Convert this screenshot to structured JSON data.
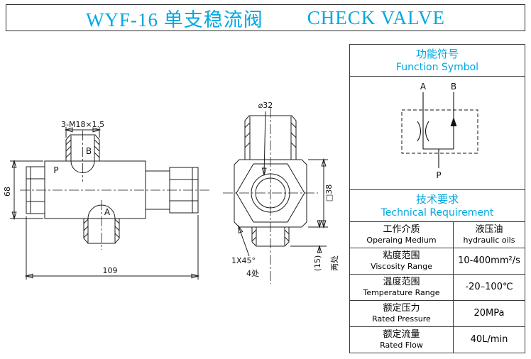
{
  "title": {
    "model": "WYF-16 单支稳流阀",
    "name_en": "CHECK VALVE"
  },
  "colors": {
    "accent": "#00a8e0",
    "line": "#000000",
    "background": "#ffffff"
  },
  "drawing": {
    "front_view": {
      "thread_label": "3-M18×1.5",
      "port_top": "B",
      "port_left": "P",
      "port_bottom": "A",
      "dim_height": "68",
      "dim_length": "109"
    },
    "side_view": {
      "dim_diameter": "⌀32",
      "dim_square": "□38",
      "chamfer_label": "1X45°",
      "chamfer_places": "4处",
      "dim_depth": "(15)",
      "depth_places": "两处"
    }
  },
  "panel": {
    "function_symbol": {
      "title_zh": "功能符号",
      "title_en": "Function Symbol",
      "port_a": "A",
      "port_b": "B",
      "port_p": "P"
    },
    "technical": {
      "title_zh": "技术要求",
      "title_en": "Technical Requirement",
      "rows": [
        {
          "zh": "工作介质",
          "en": "Operaing Medium",
          "val": [
            "液压油",
            "hydraulic oils"
          ]
        },
        {
          "zh": "粘度范围",
          "en": "Viscosity Range",
          "val": [
            "10-400mm²/s"
          ]
        },
        {
          "zh": "温度范围",
          "en": "Temperature Range",
          "val": [
            "-20–100℃"
          ]
        },
        {
          "zh": "额定压力",
          "en": "Rated Pressure",
          "val": [
            "20MPa"
          ]
        },
        {
          "zh": "额定流量",
          "en": "Rated Flow",
          "val": [
            "40L/min"
          ]
        }
      ]
    }
  }
}
